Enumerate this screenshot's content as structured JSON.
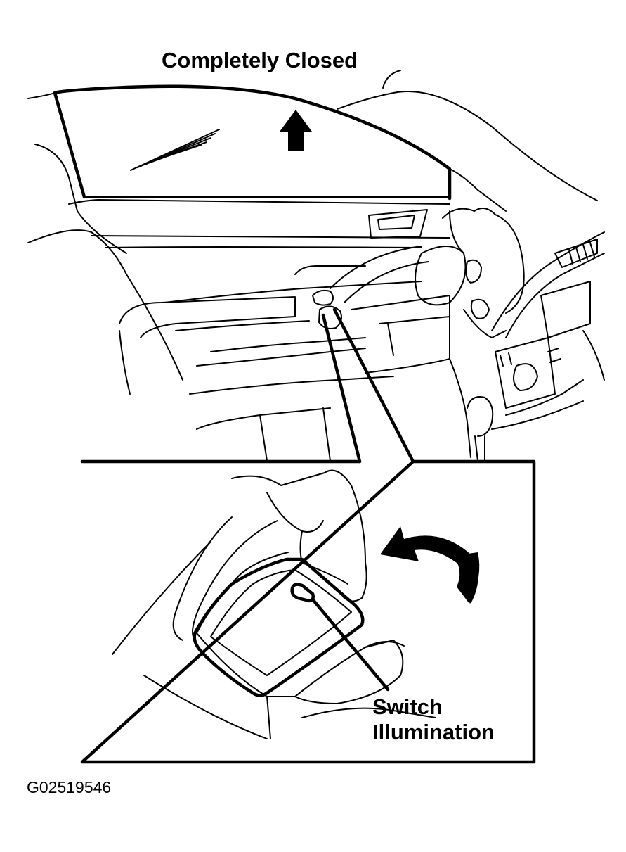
{
  "diagram": {
    "title": "Completely Closed",
    "callout_lines": [
      "Switch",
      "Illumination"
    ],
    "figure_id": "G02519546",
    "colors": {
      "ink": "#000000",
      "paper": "#ffffff"
    },
    "icons": [
      "up-arrow-icon",
      "rotate-arrow-icon"
    ]
  }
}
